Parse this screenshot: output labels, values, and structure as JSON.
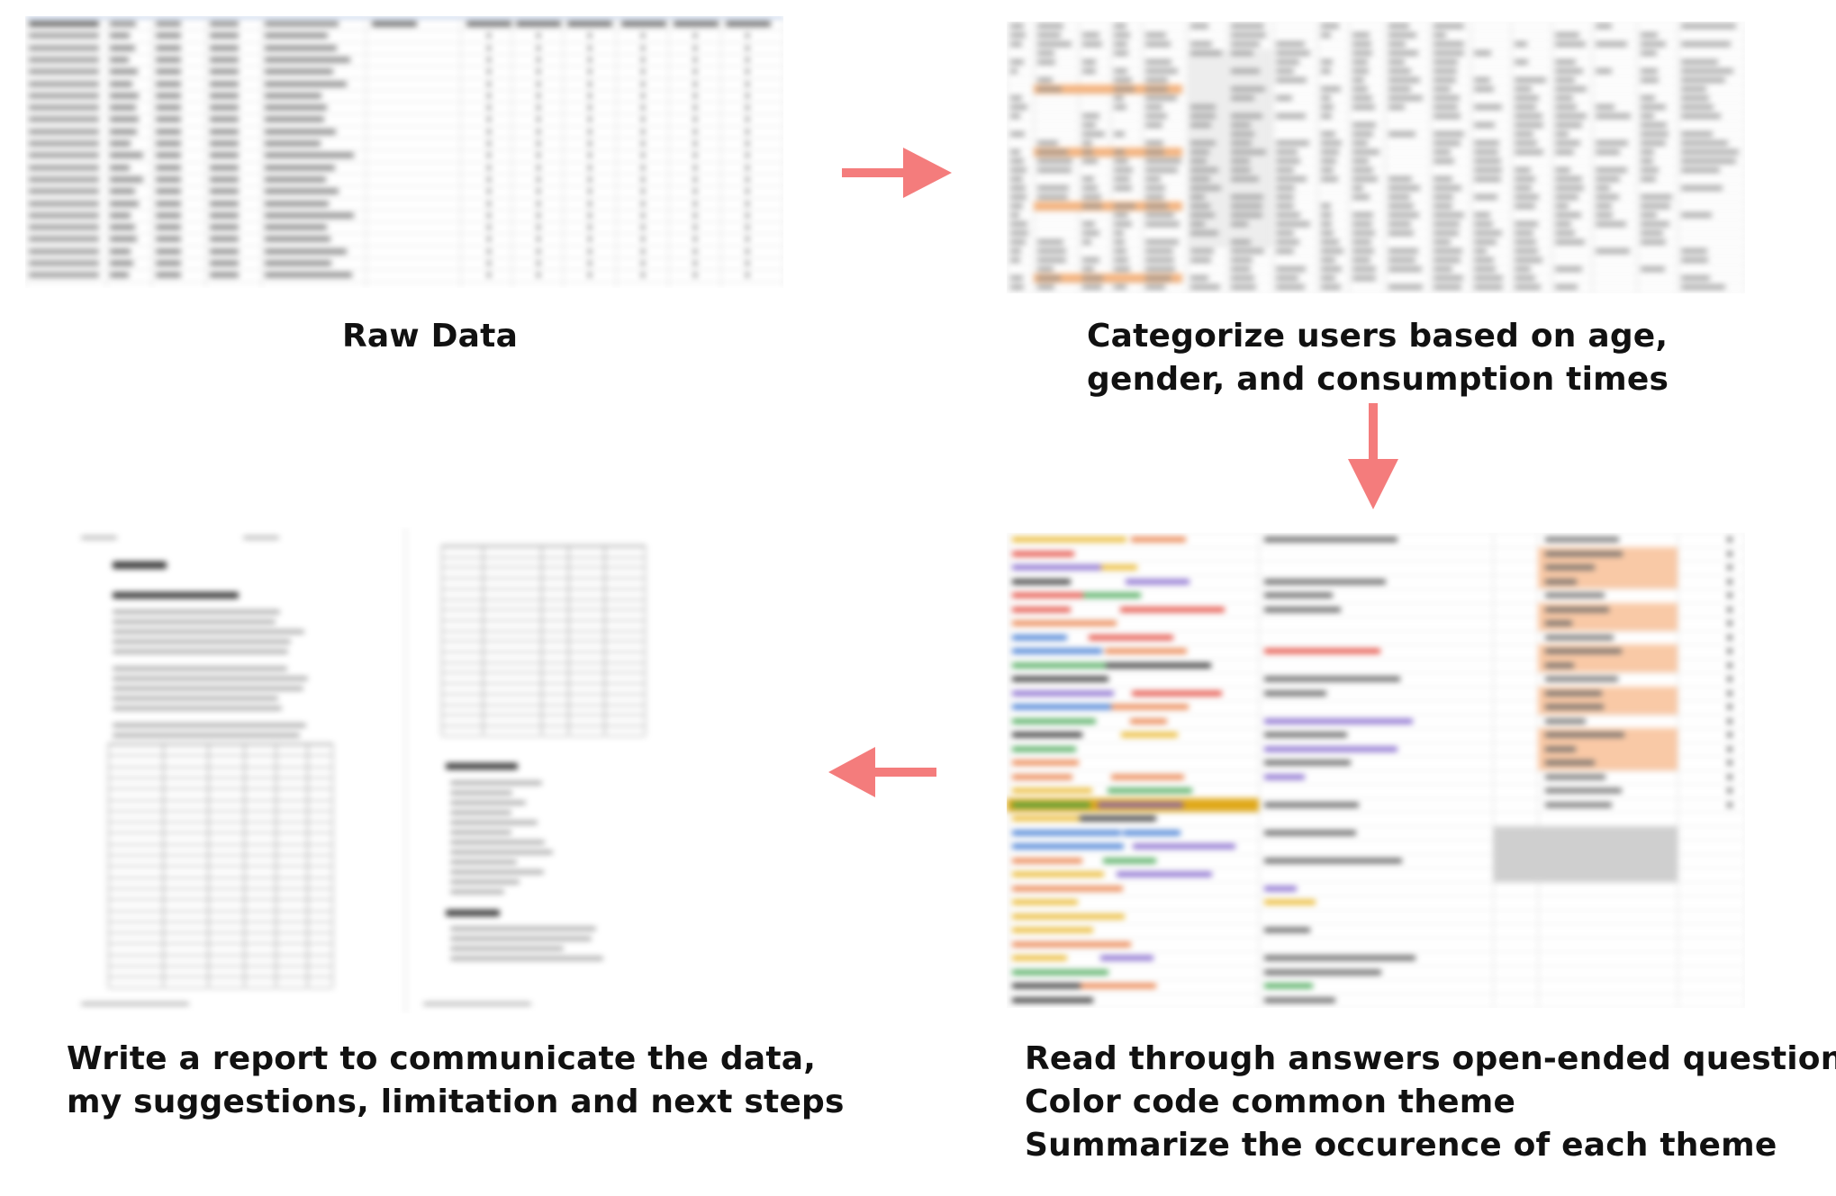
{
  "steps": [
    {
      "id": "raw-data",
      "lines": [
        "Raw Data"
      ]
    },
    {
      "id": "categorize",
      "lines": [
        "Categorize users based on age,",
        "gender, and consumption times"
      ]
    },
    {
      "id": "read-answers",
      "lines": [
        "Read through answers open-ended questions",
        "Color code common theme",
        "Summarize the occurence of each theme"
      ]
    },
    {
      "id": "write-report",
      "lines": [
        "Write a report to communicate the data,",
        "my suggestions, limitation and next steps"
      ]
    }
  ],
  "colors": {
    "arrow": "#f47c7c",
    "highlight_orange": "#f9c9a6",
    "highlight_gray": "#cfcfcf",
    "theme_red": "#e23b2e",
    "theme_green": "#3aa24a",
    "theme_yellow": "#e8b21c",
    "theme_purple": "#7b5cc9",
    "theme_blue": "#2f6fd0"
  }
}
